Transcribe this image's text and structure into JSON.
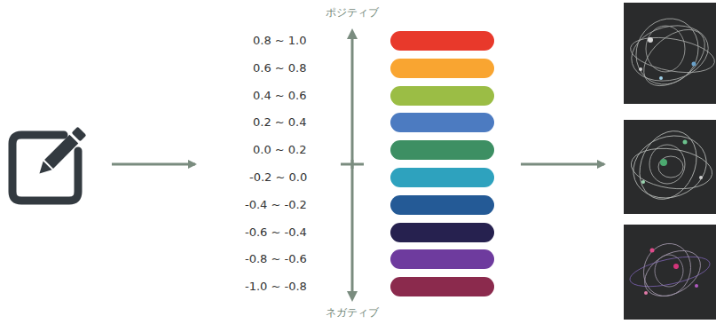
{
  "diagram": {
    "labels": [
      "ポジティブ",
      "ネガティブ"
    ],
    "legend": [
      {
        "text": "0.8 ~ 1.0",
        "color": "#e8392b"
      },
      {
        "text": "0.6 ~ 0.8",
        "color": "#f9a531"
      },
      {
        "text": "0.4 ~ 0.6",
        "color": "#9bbd45"
      },
      {
        "text": "0.2 ~ 0.4",
        "color": "#4c7bc1"
      },
      {
        "text": "0.0 ~ 0.2",
        "color": "#3d8f63"
      },
      {
        "text": "-0.2 ~ 0.0",
        "color": "#2ea2be"
      },
      {
        "text": "-0.4 ~ -0.2",
        "color": "#245a96"
      },
      {
        "text": "-0.6 ~ -0.4",
        "color": "#26214f"
      },
      {
        "text": "-0.8 ~ -0.6",
        "color": "#6e3b9e"
      },
      {
        "text": "-1.0 ~ -0.8",
        "color": "#8b2a4d"
      }
    ]
  }
}
